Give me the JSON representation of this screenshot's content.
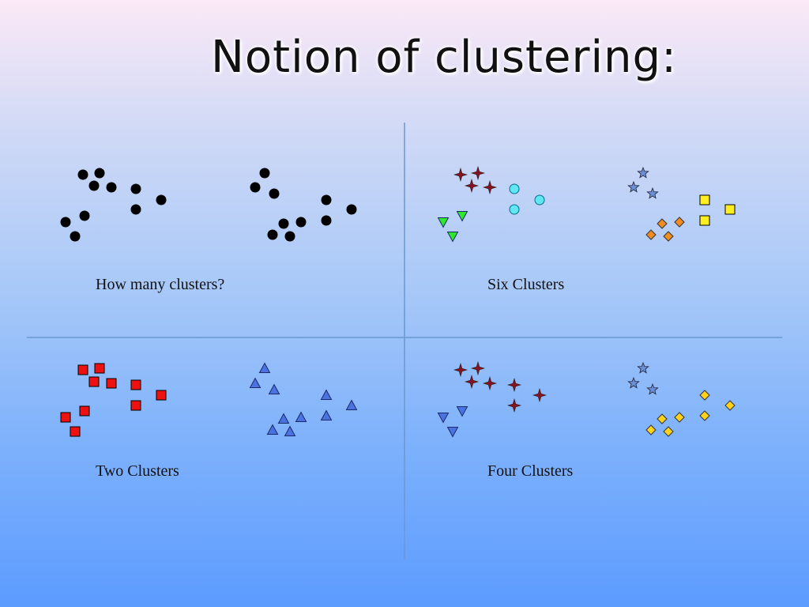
{
  "slide": {
    "title": "Notion of clustering:"
  },
  "panels": [
    {
      "caption": "How many clusters?"
    },
    {
      "caption": "Six Clusters"
    },
    {
      "caption": "Two Clusters"
    },
    {
      "caption": "Four Clusters"
    }
  ],
  "colors": {
    "black": "#000000",
    "red": "#ee1111",
    "blue": "#4a72e0",
    "cyan": "#5fe8f2",
    "green": "#2ee82e",
    "yellow": "#ffee22",
    "orange": "#f08c20",
    "gold": "#ffd21a",
    "star": "#6a8fd8",
    "crimson": "#8b1020",
    "divider": "#6a98d0"
  }
}
